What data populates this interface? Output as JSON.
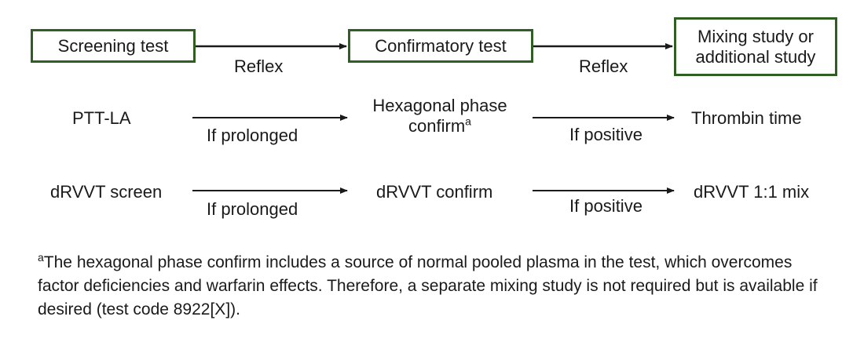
{
  "header": {
    "screening": "Screening test",
    "confirmatory": "Confirmatory test",
    "mixing_line1": "Mixing study or",
    "mixing_line2": "additional study",
    "reflex_left": "Reflex",
    "reflex_right": "Reflex"
  },
  "row1": {
    "screen": "PTT-LA",
    "arrow1_label": "If prolonged",
    "confirm_line1": "Hexagonal phase",
    "confirm_line2": "confirm",
    "confirm_sup": "a",
    "arrow2_label": "If positive",
    "additional": "Thrombin time"
  },
  "row2": {
    "screen": "dRVVT screen",
    "arrow1_label": "If prolonged",
    "confirm": "dRVVT confirm",
    "arrow2_label": "If positive",
    "additional": "dRVVT 1:1 mix"
  },
  "footnote": {
    "marker": "a",
    "text": "The hexagonal phase confirm includes a source of normal pooled plasma in the test, which overcomes factor deficiencies and warfarin effects. Therefore, a separate mixing study is not required but is available if desired (test code 8922[X])."
  },
  "colors": {
    "box_border": "#2f5e22",
    "arrow": "#1a1a1a"
  }
}
